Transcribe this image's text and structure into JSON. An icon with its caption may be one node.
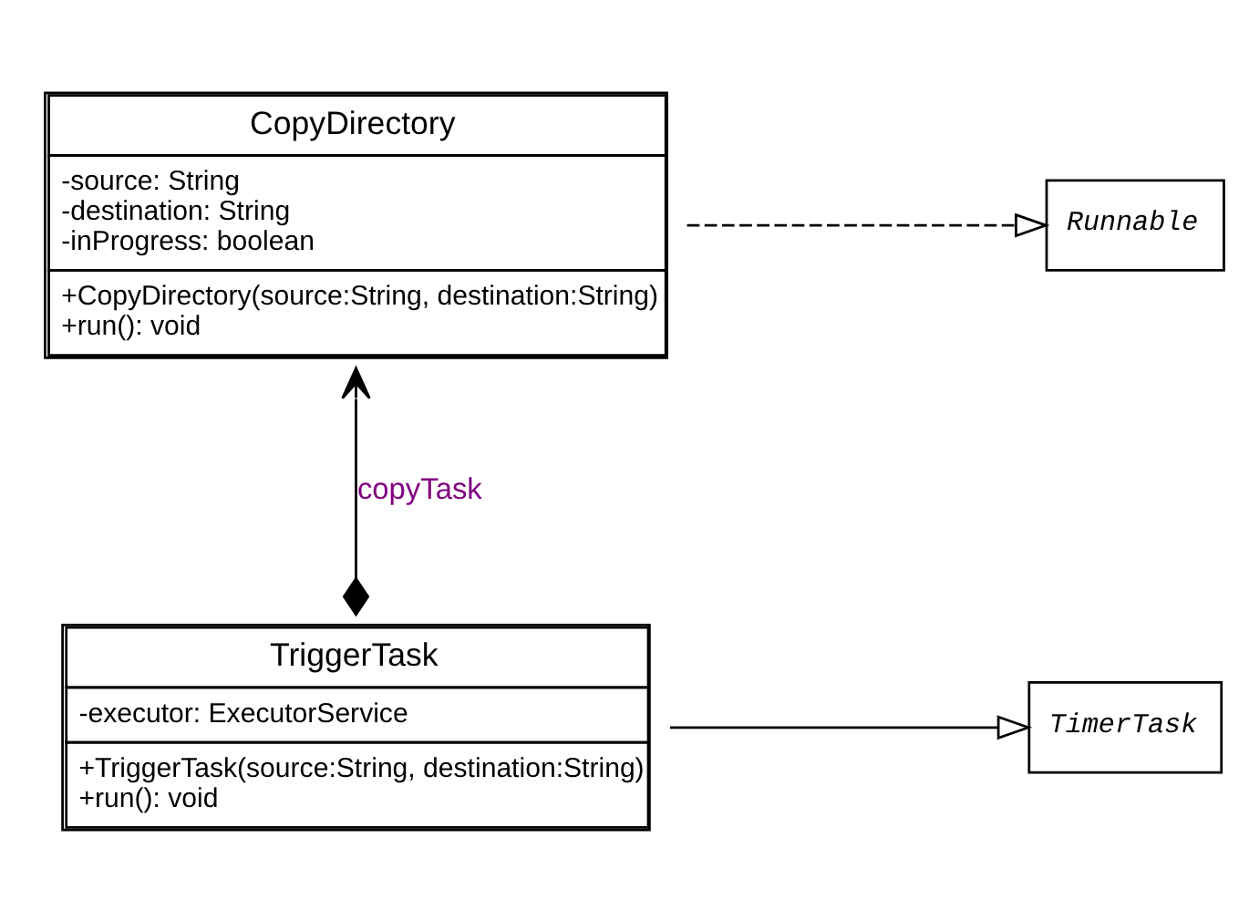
{
  "diagram": {
    "nodes": [
      {
        "text": [
          "CopyDirectory",
          "-source: String",
          "-destination: String",
          "-inProgress: boolean",
          "+CopyDirectory(source:String, destination:String)",
          "+run(): void"
        ]
      },
      {
        "text": [
          "Runnable"
        ]
      },
      {
        "text": [
          "TriggerTask",
          "-executor: ExecutorService",
          "+TriggerTask(source:String, destination:String)",
          "+run(): void"
        ]
      },
      {
        "text": [
          "TimerTask"
        ]
      }
    ],
    "edges": [
      {
        "from": 0,
        "to": 1,
        "arrow": "to",
        "style": "dashed"
      },
      {
        "from": 2,
        "to": 0,
        "arrow": "to",
        "label": "copyTask"
      },
      {
        "from": 2,
        "to": 3,
        "arrow": "to"
      }
    ]
  }
}
